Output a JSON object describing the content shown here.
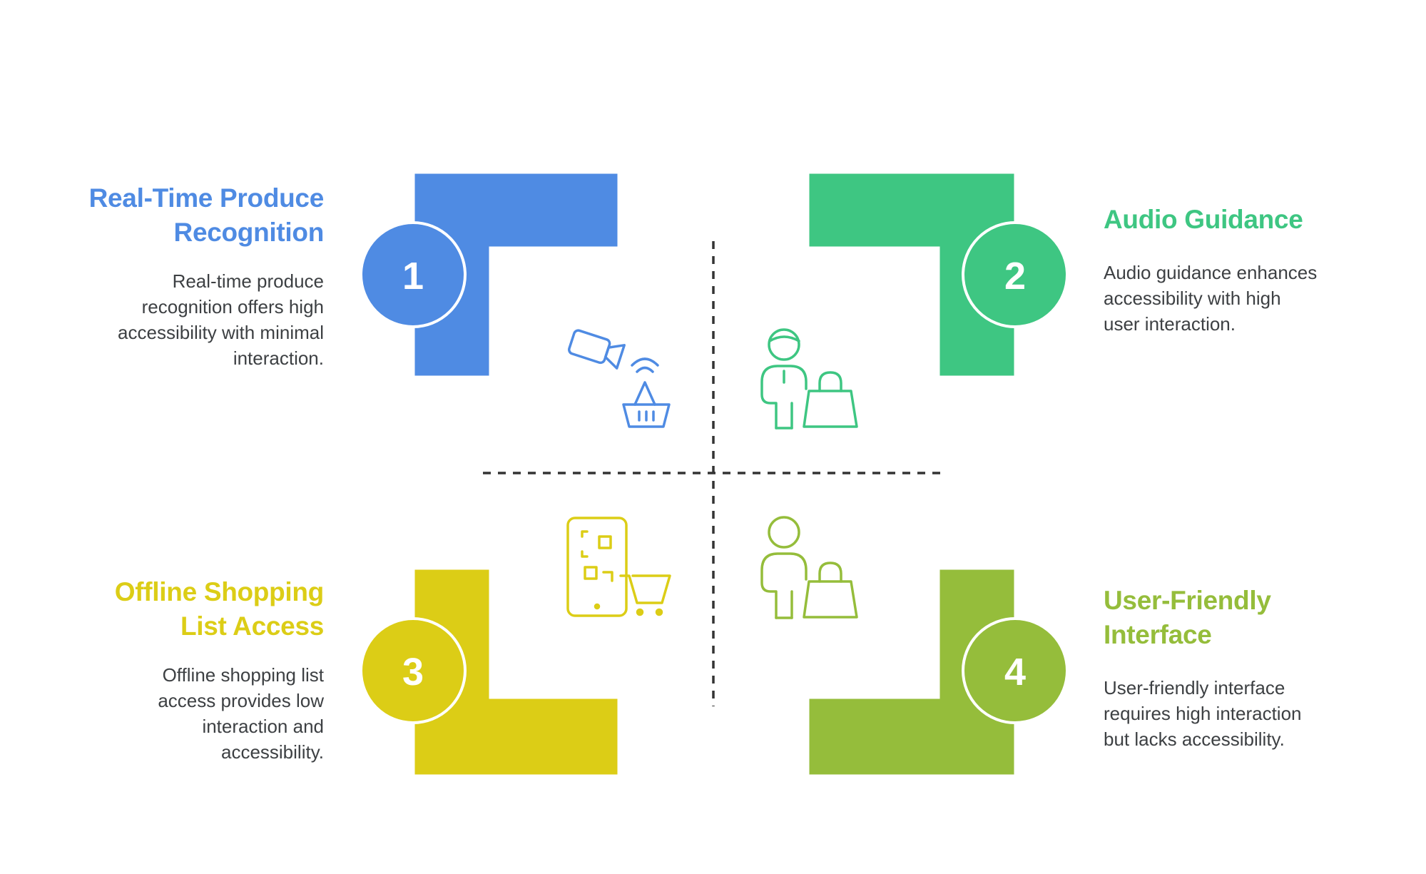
{
  "colors": {
    "blue": "#4f8be3",
    "green": "#3ec682",
    "yellow": "#dccd16",
    "lime": "#95bd3b",
    "divider": "#333333"
  },
  "quadrants": [
    {
      "number": "1",
      "title_line1": "Real-Time Produce",
      "title_line2": "Recognition",
      "desc_lines": [
        "Real-time produce",
        "recognition offers high",
        "accessibility with minimal",
        "interaction."
      ],
      "icon": "camera-wifi-basket-icon"
    },
    {
      "number": "2",
      "title_line1": "Audio Guidance",
      "title_line2": "",
      "desc_lines": [
        "Audio guidance enhances",
        "accessibility with high",
        "user interaction."
      ],
      "icon": "shopper-with-bag-icon"
    },
    {
      "number": "3",
      "title_line1": "Offline Shopping",
      "title_line2": "List Access",
      "desc_lines": [
        "Offline shopping list",
        "access provides low",
        "interaction and",
        "accessibility."
      ],
      "icon": "phone-qr-cart-icon"
    },
    {
      "number": "4",
      "title_line1": "User-Friendly",
      "title_line2": "Interface",
      "desc_lines": [
        "User-friendly interface",
        "requires high interaction",
        "but lacks accessibility."
      ],
      "icon": "person-with-bag-icon"
    }
  ]
}
